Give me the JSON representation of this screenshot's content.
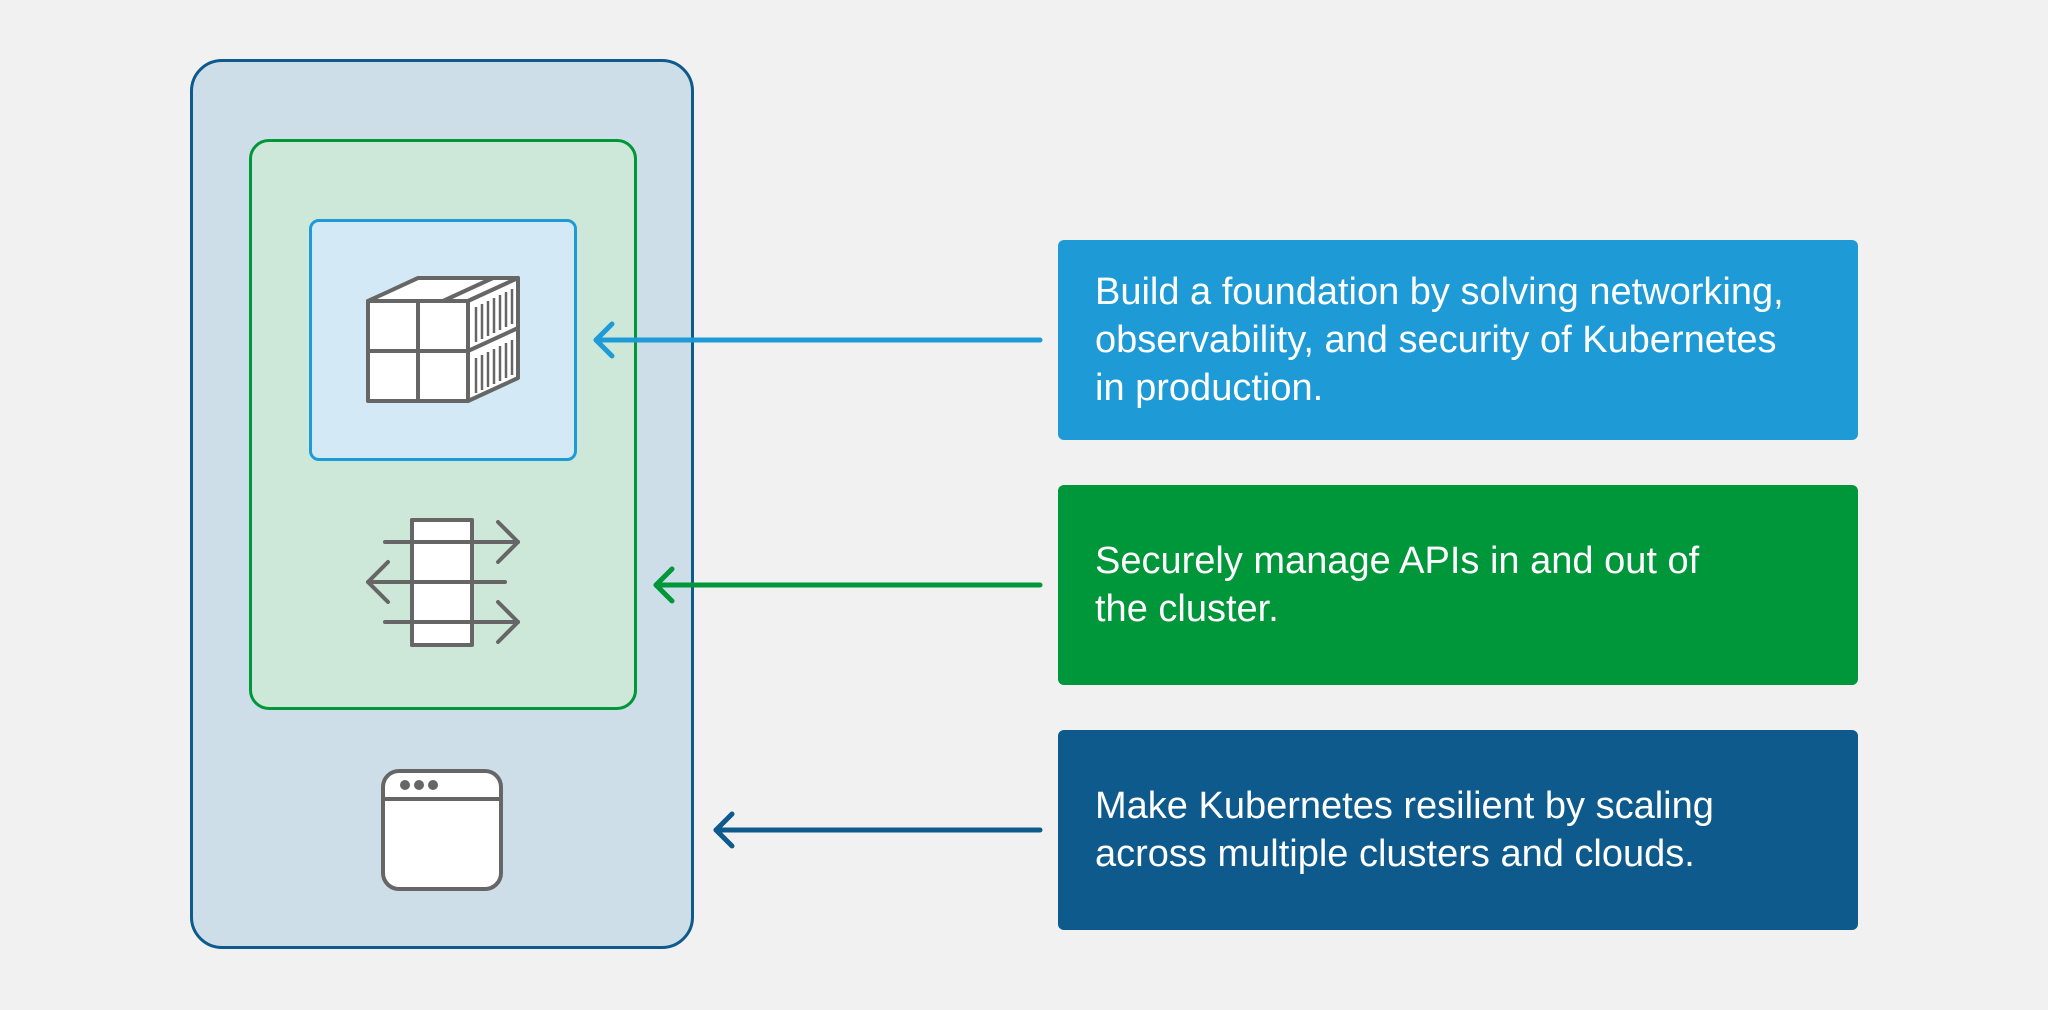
{
  "colors": {
    "background": "#f1f1f1",
    "outer_border": "#0e5a8c",
    "outer_fill": "#cddee8",
    "middle_border": "#00963a",
    "middle_fill": "#cde8d8",
    "inner_border": "#1e9bd6",
    "inner_fill": "#d3e9f5",
    "icon_stroke": "#666666"
  },
  "icons": {
    "cube": "container-cube-icon",
    "gateway": "api-gateway-arrows-icon",
    "window": "browser-window-icon"
  },
  "callouts": [
    {
      "text_lines": [
        "Build a foundation by solving networking,",
        "observability, and security of Kubernetes",
        "in production."
      ],
      "color": "#1e9bd6"
    },
    {
      "text_lines": [
        "Securely manage APIs in and out of",
        "the cluster."
      ],
      "color": "#00963a"
    },
    {
      "text_lines": [
        "Make Kubernetes resilient by scaling",
        "across multiple clusters and clouds."
      ],
      "color": "#0e5a8c"
    }
  ]
}
